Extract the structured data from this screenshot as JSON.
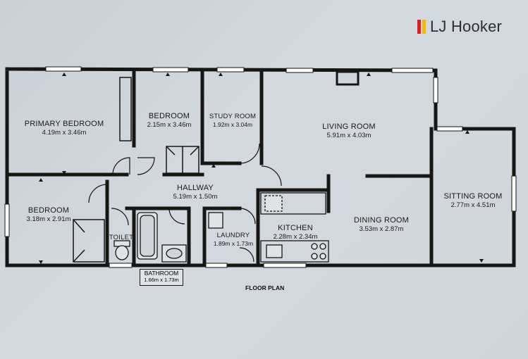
{
  "brand": {
    "name": "LJ Hooker",
    "mark_colors": [
      "#e31b23",
      "#f5b800"
    ]
  },
  "caption": "FLOOR PLAN",
  "colors": {
    "wall": "#161616",
    "window": "#ffffff",
    "background": "#cfd5da"
  },
  "rooms": {
    "primary_bedroom": {
      "name": "PRIMARY BEDROOM",
      "dim": "4.19m x 3.46m"
    },
    "bedroom_1": {
      "name": "BEDROOM",
      "dim": "2.15m x 3.46m"
    },
    "study_room": {
      "name": "STUDY ROOM",
      "dim": "1.92m x 3.04m"
    },
    "living_room": {
      "name": "LIVING ROOM",
      "dim": "5.91m x 4.03m"
    },
    "sitting_room": {
      "name": "SITTING ROOM",
      "dim": "2.77m x 4.51m"
    },
    "hallway": {
      "name": "HALLWAY",
      "dim": "5.19m x 1.50m"
    },
    "bedroom_2": {
      "name": "BEDROOM",
      "dim": "3.18m x 2.91m"
    },
    "toilet": {
      "name": "TOILET"
    },
    "laundry": {
      "name": "LAUNDRY",
      "dim": "1.89m x 1.73m"
    },
    "kitchen": {
      "name": "KITCHEN",
      "dim": "2.28m x 2.34m"
    },
    "dining_room": {
      "name": "DINING ROOM",
      "dim": "3.53m x 2.87m"
    },
    "bathroom": {
      "name": "BATHROOM",
      "dim": "1.66m x 1.73m"
    }
  }
}
